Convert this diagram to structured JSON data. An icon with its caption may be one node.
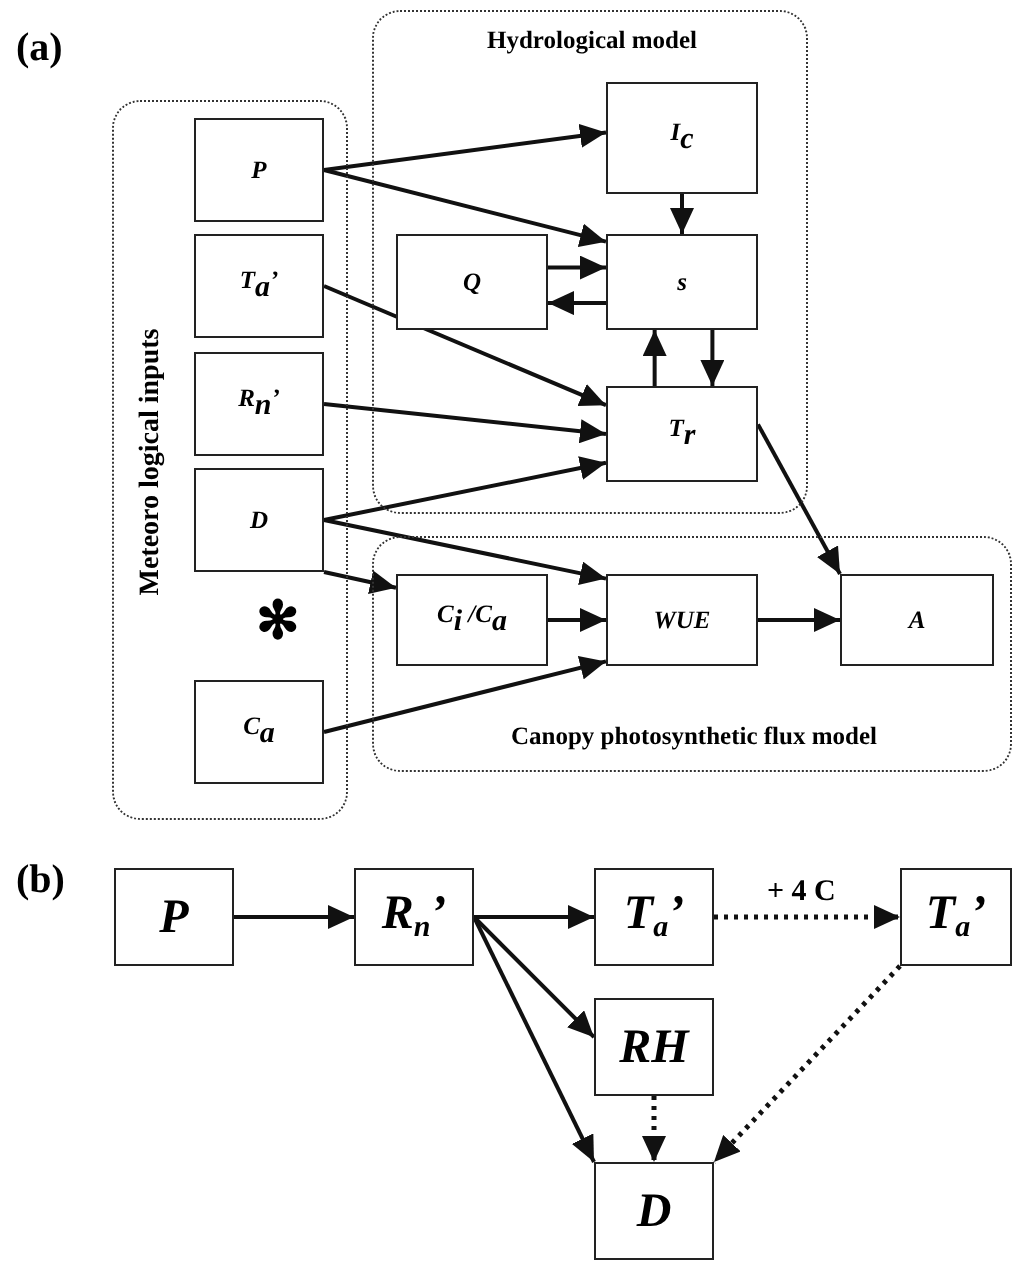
{
  "diagram": {
    "nodes": [
      {
        "text": [
          "Meteoro logical inputs"
        ]
      },
      {
        "text": [
          "Hydrological model"
        ]
      },
      {
        "text": [
          "Canopy photosynthetic flux model"
        ]
      },
      {
        "text": [
          "P"
        ],
        "in": 0
      },
      {
        "text": [
          "T$_{a}$’"
        ],
        "in": 0
      },
      {
        "text": [
          "R$_{n}$’"
        ],
        "in": 0
      },
      {
        "text": [
          "D"
        ],
        "in": 0
      },
      {
        "text": [
          "C$_{a}$"
        ],
        "in": 0
      },
      {
        "text": [
          "I$_{c}$"
        ],
        "in": 1
      },
      {
        "text": [
          "Q"
        ],
        "in": 1
      },
      {
        "text": [
          "s"
        ],
        "in": 1
      },
      {
        "text": [
          "T$_{r}$"
        ],
        "in": 1
      },
      {
        "text": [
          "C$_{i}$ /C$_{a}$"
        ],
        "in": 2
      },
      {
        "text": [
          "WUE"
        ],
        "in": 2
      },
      {
        "text": [
          "A"
        ],
        "in": 2
      },
      {
        "text": [
          "P"
        ]
      },
      {
        "text": [
          "R$_{n}$’"
        ]
      },
      {
        "text": [
          "T$_{a}$’"
        ]
      },
      {
        "text": [
          "T$_{a}$’"
        ]
      },
      {
        "text": [
          "RH"
        ]
      },
      {
        "text": [
          "D"
        ]
      }
    ],
    "edges": [
      {
        "from": 3,
        "to": 8,
        "arrow": "to"
      },
      {
        "from": 3,
        "to": 10,
        "arrow": "to"
      },
      {
        "from": 9,
        "to": 10,
        "arrow": "to"
      },
      {
        "from": 10,
        "to": 9,
        "arrow": "to"
      },
      {
        "from": 8,
        "to": 10,
        "arrow": "to"
      },
      {
        "from": 11,
        "to": 10,
        "arrow": "to"
      },
      {
        "from": 10,
        "to": 11,
        "arrow": "to"
      },
      {
        "from": 4,
        "to": 11,
        "arrow": "to"
      },
      {
        "from": 5,
        "to": 11,
        "arrow": "to"
      },
      {
        "from": 6,
        "to": 11,
        "arrow": "to"
      },
      {
        "from": 6,
        "to": 13,
        "arrow": "to"
      },
      {
        "from": 6,
        "to": 12,
        "arrow": "to"
      },
      {
        "from": 12,
        "to": 13,
        "arrow": "to"
      },
      {
        "from": 7,
        "to": 13,
        "arrow": "to"
      },
      {
        "from": 11,
        "to": 14,
        "arrow": "to"
      },
      {
        "from": 13,
        "to": 14,
        "arrow": "to"
      },
      {
        "from": 15,
        "to": 16,
        "arrow": "to"
      },
      {
        "from": 16,
        "to": 17,
        "arrow": "to"
      },
      {
        "from": 17,
        "to": 18,
        "arrow": "to",
        "style": "dashed",
        "label": "+ 4 C"
      },
      {
        "from": 16,
        "to": 19,
        "arrow": "to"
      },
      {
        "from": 16,
        "to": 20,
        "arrow": "to"
      },
      {
        "from": 19,
        "to": 20,
        "arrow": "to",
        "style": "dashed"
      },
      {
        "from": 18,
        "to": 20,
        "arrow": "to",
        "style": "dashed"
      }
    ],
    "labels": [
      "(a)",
      "✻",
      "(b)"
    ]
  }
}
